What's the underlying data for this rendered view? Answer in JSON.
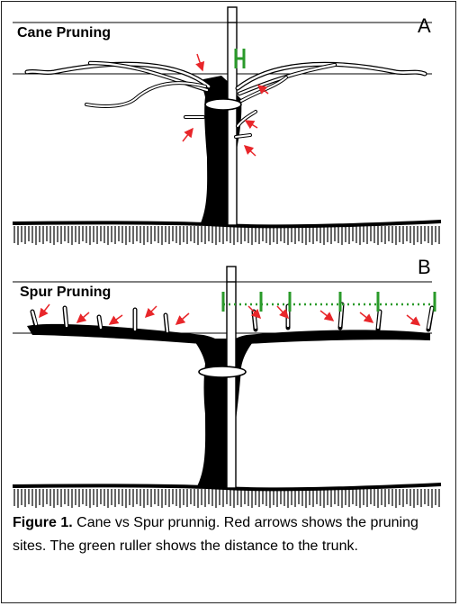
{
  "panels": [
    {
      "title": "Cane Pruning",
      "letter": "A"
    },
    {
      "title": "Spur Pruning",
      "letter": "B"
    }
  ],
  "caption": {
    "label": "Figure 1.",
    "text": " Cane vs Spur prunnig. Red arrows shows the pruning sites. The green ruller shows the distance to the trunk."
  },
  "colors": {
    "arrow": "#e8262a",
    "ruler": "#2a9a2a",
    "vine": "#000000",
    "post": "#ffffff"
  }
}
